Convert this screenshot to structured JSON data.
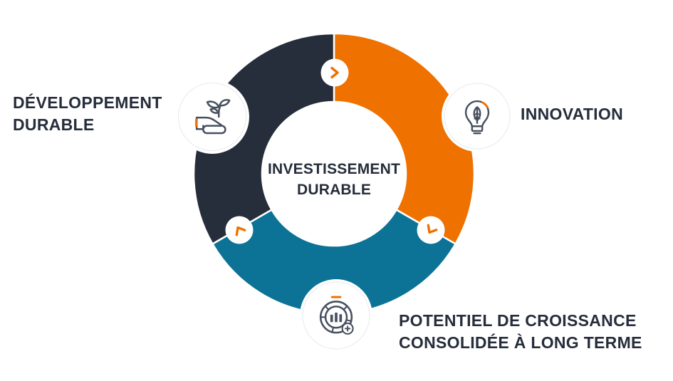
{
  "diagram": {
    "type": "cycle-donut",
    "flow": "clockwise",
    "center": {
      "full": "INVESTISSEMENT DURABLE",
      "line1": "INVESTISSEMENT",
      "line2": "DURABLE"
    },
    "segments": [
      {
        "name": "developpement-durable",
        "label": "DÉVELOPPEMENT DURABLE",
        "label_line1": "DÉVELOPPEMENT",
        "label_line2": "DURABLE",
        "color": "#262d3b",
        "icon": "hand-sprout-icon",
        "position": "top-left"
      },
      {
        "name": "innovation",
        "label": "INNOVATION",
        "label_line1": "INNOVATION",
        "color": "#ef7100",
        "icon": "lightbulb-leaf-icon",
        "position": "top-right"
      },
      {
        "name": "potentiel-de-croissance",
        "label": "POTENTIEL DE CROISSANCE CONSOLIDÉE À LONG TERME",
        "label_line1": "POTENTIEL DE CROISSANCE",
        "label_line2": "CONSOLIDÉE À LONG TERME",
        "color": "#0c7396",
        "icon": "chart-growth-icon",
        "position": "bottom"
      }
    ],
    "connector_icon": "chevron-icon",
    "colors": {
      "navy": "#262d3b",
      "orange": "#ef7100",
      "teal": "#0c7396",
      "background": "#ffffff",
      "icon_stroke": "#475060",
      "text": "#262d3b",
      "accent": "#ef7100"
    }
  }
}
